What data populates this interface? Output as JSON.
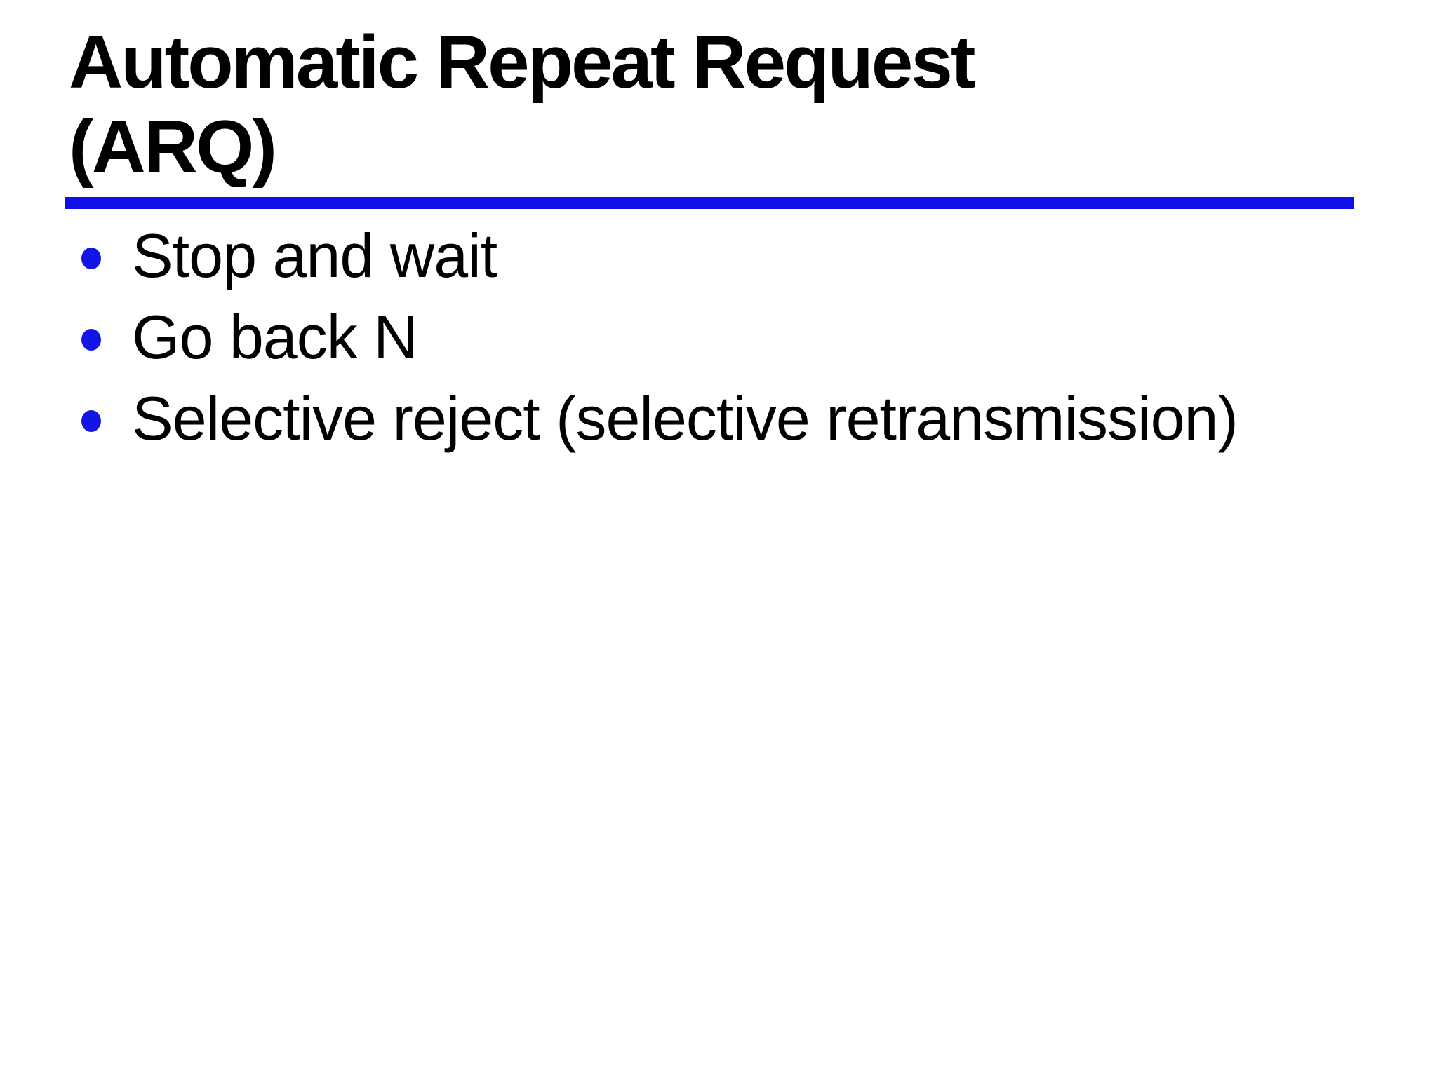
{
  "slide": {
    "title": "Automatic Repeat Request (ARQ)",
    "title_lines": [
      "Automatic Repeat Request",
      "(ARQ)"
    ],
    "bullets": [
      "Stop and wait",
      "Go back N",
      "Selective reject (selective retransmission)"
    ],
    "colors": {
      "background": "#ffffff",
      "text": "#000000",
      "rule_blue": "#0f0fe8",
      "bullet_blue": "#1414e4"
    }
  }
}
